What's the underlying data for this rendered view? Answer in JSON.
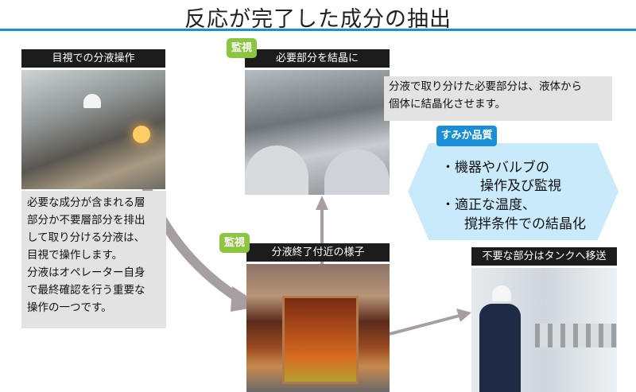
{
  "title": "反応が完了した成分の抽出",
  "left": {
    "label": "目視での分液操作",
    "description": [
      "必要な成分が含まれる層",
      "部分か不要層部分を排出",
      "して取り分ける分液は、",
      "目視で操作します。",
      "分液はオペレーター自身",
      "で最終確認を行う重要な",
      "操作の一つです。"
    ]
  },
  "top_center": {
    "badge": "監視",
    "label": "必要部分を結晶に",
    "description": [
      "分液で取り分けた必要部分は、液体から",
      "個体に結晶化させます。"
    ]
  },
  "quality": {
    "badge": "すみか品質",
    "lines": [
      "・機器やバルブの",
      "操作及び監視",
      "・適正な温度、",
      "撹拌条件での結晶化"
    ]
  },
  "bottom_center": {
    "badge": "監視",
    "label": "分液終了付近の様子"
  },
  "right": {
    "label": "不要な部分はタンクへ移送"
  },
  "colors": {
    "accent_blue": "#1a8fd8",
    "badge_green": "#8cc63f",
    "hex_fill": "#c9eafb",
    "arrow": "#a79ea3"
  }
}
